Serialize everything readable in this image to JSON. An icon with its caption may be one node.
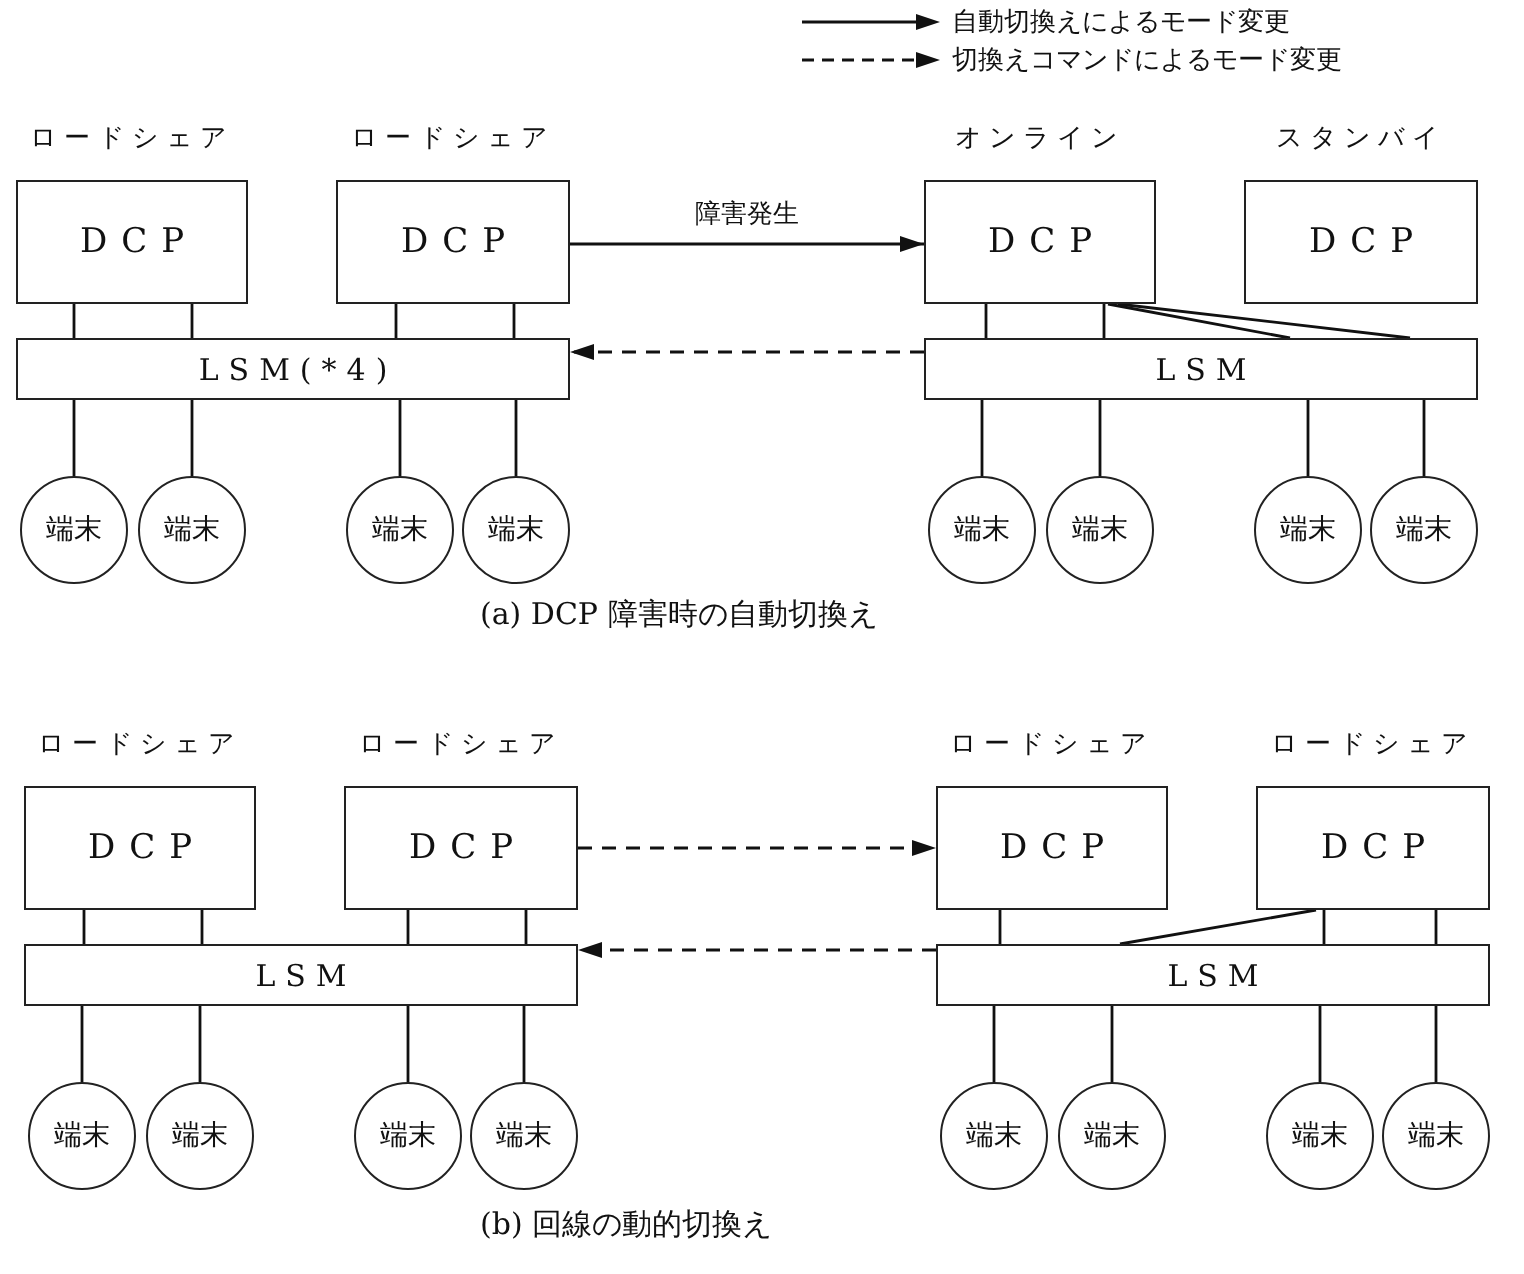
{
  "diagram": {
    "nodes": [
      {
        "text": [
          "ロードシェア",
          "DCP"
        ]
      },
      {
        "text": [
          "ロードシェア",
          "DCP"
        ]
      },
      {
        "text": [
          "LSM(*4)"
        ]
      },
      {
        "text": [
          "端末"
        ]
      },
      {
        "text": [
          "端末"
        ]
      },
      {
        "text": [
          "端末"
        ]
      },
      {
        "text": [
          "端末"
        ]
      },
      {
        "text": [
          "オンライン",
          "DCP"
        ]
      },
      {
        "text": [
          "スタンバイ",
          "DCP"
        ]
      },
      {
        "text": [
          "LSM"
        ]
      },
      {
        "text": [
          "端末"
        ]
      },
      {
        "text": [
          "端末"
        ]
      },
      {
        "text": [
          "端末"
        ]
      },
      {
        "text": [
          "端末"
        ]
      },
      {
        "text": [
          "ロードシェア",
          "DCP"
        ]
      },
      {
        "text": [
          "ロードシェア",
          "DCP"
        ]
      },
      {
        "text": [
          "LSM"
        ]
      },
      {
        "text": [
          "端末"
        ]
      },
      {
        "text": [
          "端末"
        ]
      },
      {
        "text": [
          "端末"
        ]
      },
      {
        "text": [
          "端末"
        ]
      },
      {
        "text": [
          "ロードシェア",
          "DCP"
        ]
      },
      {
        "text": [
          "ロードシェア",
          "DCP"
        ]
      },
      {
        "text": [
          "LSM"
        ]
      },
      {
        "text": [
          "端末"
        ]
      },
      {
        "text": [
          "端末"
        ]
      },
      {
        "text": [
          "端末"
        ]
      },
      {
        "text": [
          "端末"
        ]
      }
    ],
    "edges": [
      {
        "from": 0,
        "to": 2,
        "arrow": "none"
      },
      {
        "from": 0,
        "to": 2,
        "arrow": "none"
      },
      {
        "from": 1,
        "to": 2,
        "arrow": "none"
      },
      {
        "from": 1,
        "to": 2,
        "arrow": "none"
      },
      {
        "from": 2,
        "to": 3,
        "arrow": "none"
      },
      {
        "from": 2,
        "to": 4,
        "arrow": "none"
      },
      {
        "from": 2,
        "to": 5,
        "arrow": "none"
      },
      {
        "from": 2,
        "to": 6,
        "arrow": "none"
      },
      {
        "from": 7,
        "to": 9,
        "arrow": "none"
      },
      {
        "from": 7,
        "to": 9,
        "arrow": "none"
      },
      {
        "from": 7,
        "to": 9,
        "arrow": "none"
      },
      {
        "from": 7,
        "to": 9,
        "arrow": "none"
      },
      {
        "from": 9,
        "to": 10,
        "arrow": "none"
      },
      {
        "from": 9,
        "to": 11,
        "arrow": "none"
      },
      {
        "from": 9,
        "to": 12,
        "arrow": "none"
      },
      {
        "from": 9,
        "to": 13,
        "arrow": "none"
      },
      {
        "from": 14,
        "to": 16,
        "arrow": "none"
      },
      {
        "from": 14,
        "to": 16,
        "arrow": "none"
      },
      {
        "from": 15,
        "to": 16,
        "arrow": "none"
      },
      {
        "from": 15,
        "to": 16,
        "arrow": "none"
      },
      {
        "from": 16,
        "to": 17,
        "arrow": "none"
      },
      {
        "from": 16,
        "to": 18,
        "arrow": "none"
      },
      {
        "from": 16,
        "to": 19,
        "arrow": "none"
      },
      {
        "from": 16,
        "to": 20,
        "arrow": "none"
      },
      {
        "from": 21,
        "to": 23,
        "arrow": "none"
      },
      {
        "from": 22,
        "to": 23,
        "arrow": "none"
      },
      {
        "from": 22,
        "to": 23,
        "arrow": "none"
      },
      {
        "from": 22,
        "to": 23,
        "arrow": "none"
      },
      {
        "from": 23,
        "to": 24,
        "arrow": "none"
      },
      {
        "from": 23,
        "to": 25,
        "arrow": "none"
      },
      {
        "from": 23,
        "to": 26,
        "arrow": "none"
      },
      {
        "from": 23,
        "to": 27,
        "arrow": "none"
      },
      {
        "from": 1,
        "to": 7,
        "arrow": "to",
        "label": "障害発生"
      },
      {
        "from": 9,
        "to": 2,
        "arrow": "to",
        "style": "dashed"
      },
      {
        "from": 15,
        "to": 21,
        "arrow": "to",
        "style": "dashed"
      },
      {
        "from": 23,
        "to": 16,
        "arrow": "to",
        "style": "dashed"
      }
    ],
    "labels": [
      "(a) DCP 障害時の自動切換え",
      "(b) 回線の動的切換え"
    ],
    "legend": [
      {
        "text": "自動切換えによるモード変更"
      },
      {
        "text": "切換えコマンドによるモード変更"
      }
    ]
  }
}
